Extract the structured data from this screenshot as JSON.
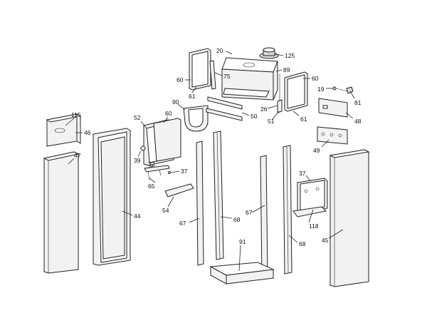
{
  "labels": {
    "l115": "115",
    "l46": "46",
    "l47": "47",
    "l44": "44",
    "l52": "52",
    "l60a": "60",
    "l39": "39",
    "l32": "32",
    "l37a": "37",
    "l65": "65",
    "l54": "54",
    "l90": "90",
    "l20": "20",
    "l125": "125",
    "l89": "89",
    "l75": "75",
    "l60b": "60",
    "l61a": "61",
    "l60c": "60",
    "l26": "26",
    "l50": "50",
    "l51": "51",
    "l61b": "61",
    "l19": "19",
    "l81": "81",
    "l48": "48",
    "l49": "49",
    "l67a": "67",
    "l68a": "68",
    "l67b": "67",
    "l91": "91",
    "l68b": "68",
    "l37b": "37",
    "l118": "118",
    "l45": "45"
  }
}
